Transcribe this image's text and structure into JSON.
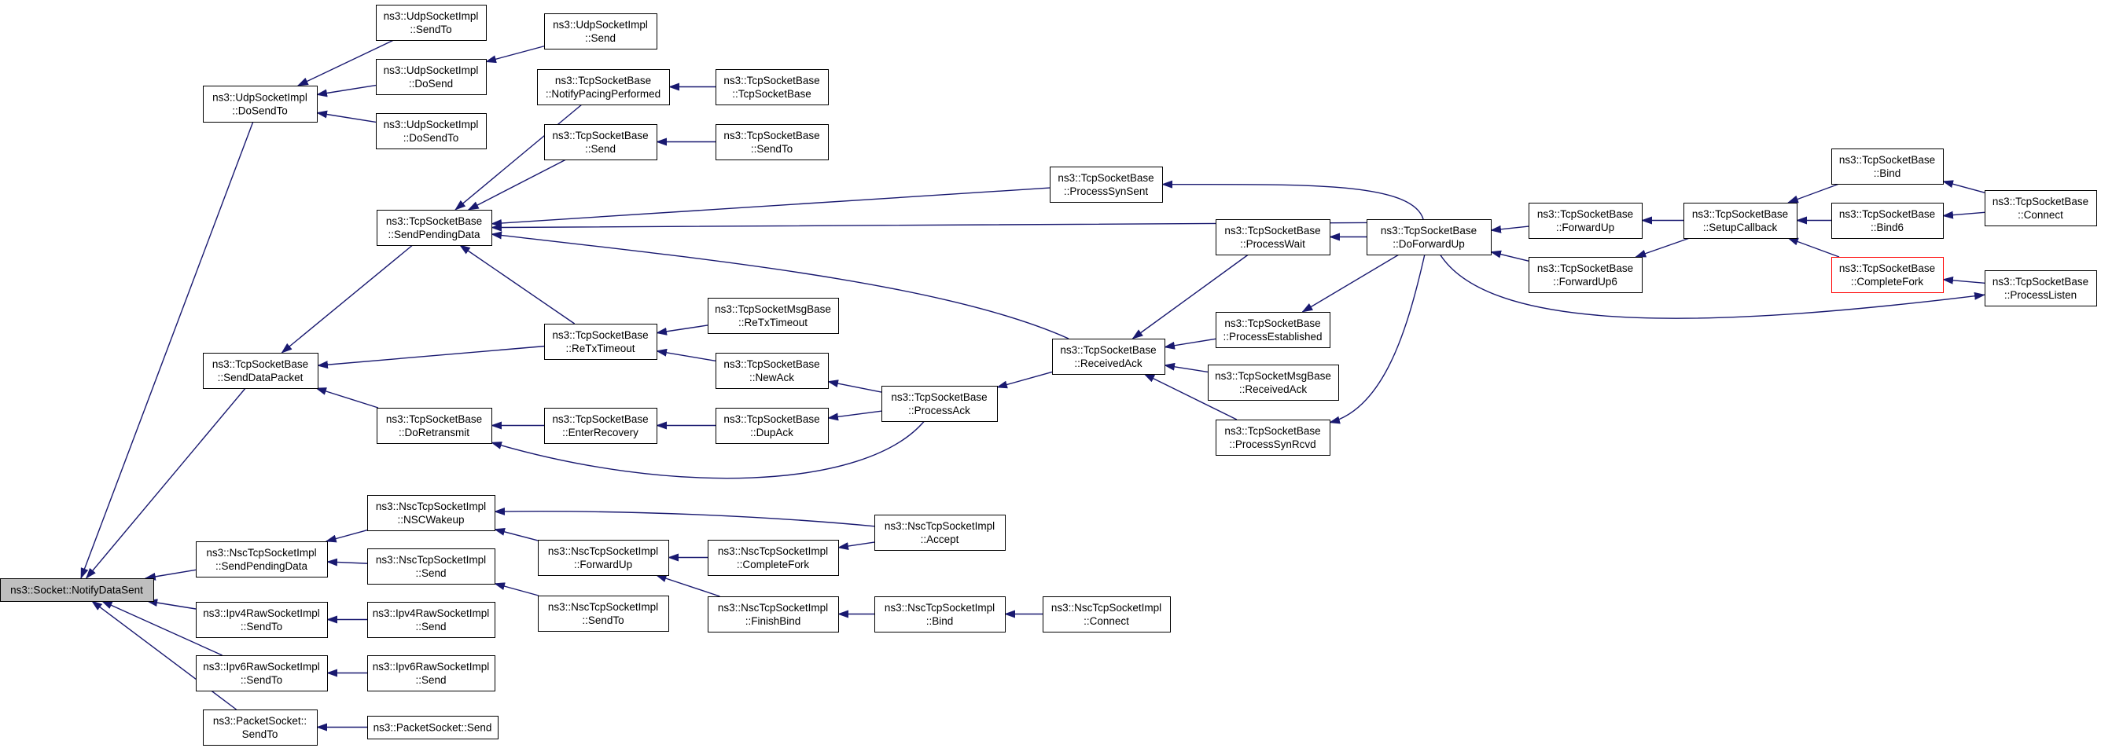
{
  "colors": {
    "edge": "#191970",
    "node_border": "#000000",
    "node_fill": "#ffffff",
    "root_fill": "#bfbfbf",
    "highlight_border": "#ff0000"
  },
  "nodes": [
    {
      "id": "root",
      "lines": [
        "ns3::Socket::NotifyDataSent"
      ],
      "style": "root"
    },
    {
      "id": "udp_dosendto",
      "lines": [
        "ns3::UdpSocketImpl",
        "::DoSendTo"
      ]
    },
    {
      "id": "udp_sendto",
      "lines": [
        "ns3::UdpSocketImpl",
        "::SendTo"
      ]
    },
    {
      "id": "udp_dosend",
      "lines": [
        "ns3::UdpSocketImpl",
        "::DoSend"
      ]
    },
    {
      "id": "udp_dosendto2",
      "lines": [
        "ns3::UdpSocketImpl",
        "::DoSendTo"
      ]
    },
    {
      "id": "udp_send",
      "lines": [
        "ns3::UdpSocketImpl",
        "::Send"
      ]
    },
    {
      "id": "tcp_notifypacing",
      "lines": [
        "ns3::TcpSocketBase",
        "::NotifyPacingPerformed"
      ]
    },
    {
      "id": "tcp_ctor",
      "lines": [
        "ns3::TcpSocketBase",
        "::TcpSocketBase"
      ]
    },
    {
      "id": "tcp_send",
      "lines": [
        "ns3::TcpSocketBase",
        "::Send"
      ]
    },
    {
      "id": "tcp_sendto",
      "lines": [
        "ns3::TcpSocketBase",
        "::SendTo"
      ]
    },
    {
      "id": "tcp_sendpending",
      "lines": [
        "ns3::TcpSocketBase",
        "::SendPendingData"
      ]
    },
    {
      "id": "tcp_processsynsent",
      "lines": [
        "ns3::TcpSocketBase",
        "::ProcessSynSent"
      ]
    },
    {
      "id": "tcp_senddatapacket",
      "lines": [
        "ns3::TcpSocketBase",
        "::SendDataPacket"
      ]
    },
    {
      "id": "tcp_retxtimeout",
      "lines": [
        "ns3::TcpSocketBase",
        "::ReTxTimeout"
      ]
    },
    {
      "id": "tcpmsg_retxtimeout",
      "lines": [
        "ns3::TcpSocketMsgBase",
        "::ReTxTimeout"
      ]
    },
    {
      "id": "tcp_newack",
      "lines": [
        "ns3::TcpSocketBase",
        "::NewAck"
      ]
    },
    {
      "id": "tcp_doretransmit",
      "lines": [
        "ns3::TcpSocketBase",
        "::DoRetransmit"
      ]
    },
    {
      "id": "tcp_enterrecovery",
      "lines": [
        "ns3::TcpSocketBase",
        "::EnterRecovery"
      ]
    },
    {
      "id": "tcp_dupack",
      "lines": [
        "ns3::TcpSocketBase",
        "::DupAck"
      ]
    },
    {
      "id": "tcp_processack",
      "lines": [
        "ns3::TcpSocketBase",
        "::ProcessAck"
      ]
    },
    {
      "id": "tcp_receivedack",
      "lines": [
        "ns3::TcpSocketBase",
        "::ReceivedAck"
      ]
    },
    {
      "id": "tcp_processwait",
      "lines": [
        "ns3::TcpSocketBase",
        "::ProcessWait"
      ]
    },
    {
      "id": "tcp_processestablished",
      "lines": [
        "ns3::TcpSocketBase",
        "::ProcessEstablished"
      ]
    },
    {
      "id": "tcpmsg_receivedack",
      "lines": [
        "ns3::TcpSocketMsgBase",
        "::ReceivedAck"
      ]
    },
    {
      "id": "tcp_processsynrcvd",
      "lines": [
        "ns3::TcpSocketBase",
        "::ProcessSynRcvd"
      ]
    },
    {
      "id": "tcp_doforwardup",
      "lines": [
        "ns3::TcpSocketBase",
        "::DoForwardUp"
      ]
    },
    {
      "id": "tcp_forwardup",
      "lines": [
        "ns3::TcpSocketBase",
        "::ForwardUp"
      ]
    },
    {
      "id": "tcp_forwardup6",
      "lines": [
        "ns3::TcpSocketBase",
        "::ForwardUp6"
      ]
    },
    {
      "id": "tcp_setupcallback",
      "lines": [
        "ns3::TcpSocketBase",
        "::SetupCallback"
      ]
    },
    {
      "id": "tcp_bind",
      "lines": [
        "ns3::TcpSocketBase",
        "::Bind"
      ]
    },
    {
      "id": "tcp_bind6",
      "lines": [
        "ns3::TcpSocketBase",
        "::Bind6"
      ]
    },
    {
      "id": "tcp_completefork",
      "lines": [
        "ns3::TcpSocketBase",
        "::CompleteFork"
      ],
      "style": "highlight"
    },
    {
      "id": "tcp_connect",
      "lines": [
        "ns3::TcpSocketBase",
        "::Connect"
      ]
    },
    {
      "id": "tcp_processlisten",
      "lines": [
        "ns3::TcpSocketBase",
        "::ProcessListen"
      ]
    },
    {
      "id": "nsc_sendpending",
      "lines": [
        "ns3::NscTcpSocketImpl",
        "::SendPendingData"
      ]
    },
    {
      "id": "nsc_nscwakeup",
      "lines": [
        "ns3::NscTcpSocketImpl",
        "::NSCWakeup"
      ]
    },
    {
      "id": "nsc_send",
      "lines": [
        "ns3::NscTcpSocketImpl",
        "::Send"
      ]
    },
    {
      "id": "nsc_forwardup",
      "lines": [
        "ns3::NscTcpSocketImpl",
        "::ForwardUp"
      ]
    },
    {
      "id": "nsc_sendto",
      "lines": [
        "ns3::NscTcpSocketImpl",
        "::SendTo"
      ]
    },
    {
      "id": "nsc_completefork",
      "lines": [
        "ns3::NscTcpSocketImpl",
        "::CompleteFork"
      ]
    },
    {
      "id": "nsc_accept",
      "lines": [
        "ns3::NscTcpSocketImpl",
        "::Accept"
      ]
    },
    {
      "id": "nsc_finishbind",
      "lines": [
        "ns3::NscTcpSocketImpl",
        "::FinishBind"
      ]
    },
    {
      "id": "nsc_bind",
      "lines": [
        "ns3::NscTcpSocketImpl",
        "::Bind"
      ]
    },
    {
      "id": "nsc_connect",
      "lines": [
        "ns3::NscTcpSocketImpl",
        "::Connect"
      ]
    },
    {
      "id": "ipv4_sendto",
      "lines": [
        "ns3::Ipv4RawSocketImpl",
        "::SendTo"
      ]
    },
    {
      "id": "ipv4_send",
      "lines": [
        "ns3::Ipv4RawSocketImpl",
        "::Send"
      ]
    },
    {
      "id": "ipv6_sendto",
      "lines": [
        "ns3::Ipv6RawSocketImpl",
        "::SendTo"
      ]
    },
    {
      "id": "ipv6_send",
      "lines": [
        "ns3::Ipv6RawSocketImpl",
        "::Send"
      ]
    },
    {
      "id": "pkt_sendto",
      "lines": [
        "ns3::PacketSocket::",
        "SendTo"
      ]
    },
    {
      "id": "pkt_send",
      "lines": [
        "ns3::PacketSocket::Send"
      ]
    }
  ],
  "edges": [
    {
      "from": "udp_dosendto",
      "to": "root"
    },
    {
      "from": "udp_sendto",
      "to": "udp_dosendto"
    },
    {
      "from": "udp_dosend",
      "to": "udp_dosendto"
    },
    {
      "from": "udp_dosendto2",
      "to": "udp_dosendto"
    },
    {
      "from": "udp_send",
      "to": "udp_dosend"
    },
    {
      "from": "tcp_senddatapacket",
      "to": "root"
    },
    {
      "from": "tcp_sendpending",
      "to": "tcp_senddatapacket"
    },
    {
      "from": "tcp_retxtimeout",
      "to": "tcp_senddatapacket"
    },
    {
      "from": "tcp_doretransmit",
      "to": "tcp_senddatapacket"
    },
    {
      "from": "tcp_notifypacing",
      "to": "tcp_sendpending"
    },
    {
      "from": "tcp_send",
      "to": "tcp_sendpending"
    },
    {
      "from": "tcp_processsynsent",
      "to": "tcp_sendpending"
    },
    {
      "from": "tcp_doforwardup",
      "to": "tcp_sendpending"
    },
    {
      "from": "tcp_receivedack",
      "to": "tcp_sendpending"
    },
    {
      "from": "tcp_retxtimeout",
      "to": "tcp_sendpending"
    },
    {
      "from": "tcp_ctor",
      "to": "tcp_notifypacing"
    },
    {
      "from": "tcp_sendto",
      "to": "tcp_send"
    },
    {
      "from": "tcpmsg_retxtimeout",
      "to": "tcp_retxtimeout"
    },
    {
      "from": "tcp_newack",
      "to": "tcp_retxtimeout"
    },
    {
      "from": "tcp_enterrecovery",
      "to": "tcp_doretransmit"
    },
    {
      "from": "tcp_processack",
      "to": "tcp_doretransmit"
    },
    {
      "from": "tcp_dupack",
      "to": "tcp_enterrecovery"
    },
    {
      "from": "tcp_processack",
      "to": "tcp_newack"
    },
    {
      "from": "tcp_processack",
      "to": "tcp_dupack"
    },
    {
      "from": "tcp_receivedack",
      "to": "tcp_processack"
    },
    {
      "from": "tcp_processwait",
      "to": "tcp_receivedack"
    },
    {
      "from": "tcp_processestablished",
      "to": "tcp_receivedack"
    },
    {
      "from": "tcpmsg_receivedack",
      "to": "tcp_receivedack"
    },
    {
      "from": "tcp_processsynrcvd",
      "to": "tcp_receivedack"
    },
    {
      "from": "tcp_doforwardup",
      "to": "tcp_processsynsent"
    },
    {
      "from": "tcp_doforwardup",
      "to": "tcp_processwait"
    },
    {
      "from": "tcp_doforwardup",
      "to": "tcp_processestablished"
    },
    {
      "from": "tcp_doforwardup",
      "to": "tcp_processsynrcvd"
    },
    {
      "from": "tcp_forwardup",
      "to": "tcp_doforwardup"
    },
    {
      "from": "tcp_forwardup6",
      "to": "tcp_doforwardup"
    },
    {
      "from": "tcp_doforwardup",
      "to": "tcp_processlisten"
    },
    {
      "from": "tcp_setupcallback",
      "to": "tcp_forwardup"
    },
    {
      "from": "tcp_setupcallback",
      "to": "tcp_forwardup6"
    },
    {
      "from": "tcp_bind",
      "to": "tcp_setupcallback"
    },
    {
      "from": "tcp_bind6",
      "to": "tcp_setupcallback"
    },
    {
      "from": "tcp_completefork",
      "to": "tcp_setupcallback"
    },
    {
      "from": "tcp_connect",
      "to": "tcp_bind"
    },
    {
      "from": "tcp_connect",
      "to": "tcp_bind6"
    },
    {
      "from": "tcp_processlisten",
      "to": "tcp_completefork"
    },
    {
      "from": "nsc_sendpending",
      "to": "root"
    },
    {
      "from": "nsc_nscwakeup",
      "to": "nsc_sendpending"
    },
    {
      "from": "nsc_send",
      "to": "nsc_sendpending"
    },
    {
      "from": "nsc_forwardup",
      "to": "nsc_nscwakeup"
    },
    {
      "from": "nsc_accept",
      "to": "nsc_nscwakeup"
    },
    {
      "from": "nsc_sendto",
      "to": "nsc_send"
    },
    {
      "from": "nsc_completefork",
      "to": "nsc_forwardup"
    },
    {
      "from": "nsc_finishbind",
      "to": "nsc_forwardup"
    },
    {
      "from": "nsc_accept",
      "to": "nsc_completefork"
    },
    {
      "from": "nsc_bind",
      "to": "nsc_finishbind"
    },
    {
      "from": "nsc_connect",
      "to": "nsc_bind"
    },
    {
      "from": "ipv4_sendto",
      "to": "root"
    },
    {
      "from": "ipv4_send",
      "to": "ipv4_sendto"
    },
    {
      "from": "ipv6_sendto",
      "to": "root"
    },
    {
      "from": "ipv6_send",
      "to": "ipv6_sendto"
    },
    {
      "from": "pkt_sendto",
      "to": "root"
    },
    {
      "from": "pkt_send",
      "to": "pkt_sendto"
    }
  ]
}
